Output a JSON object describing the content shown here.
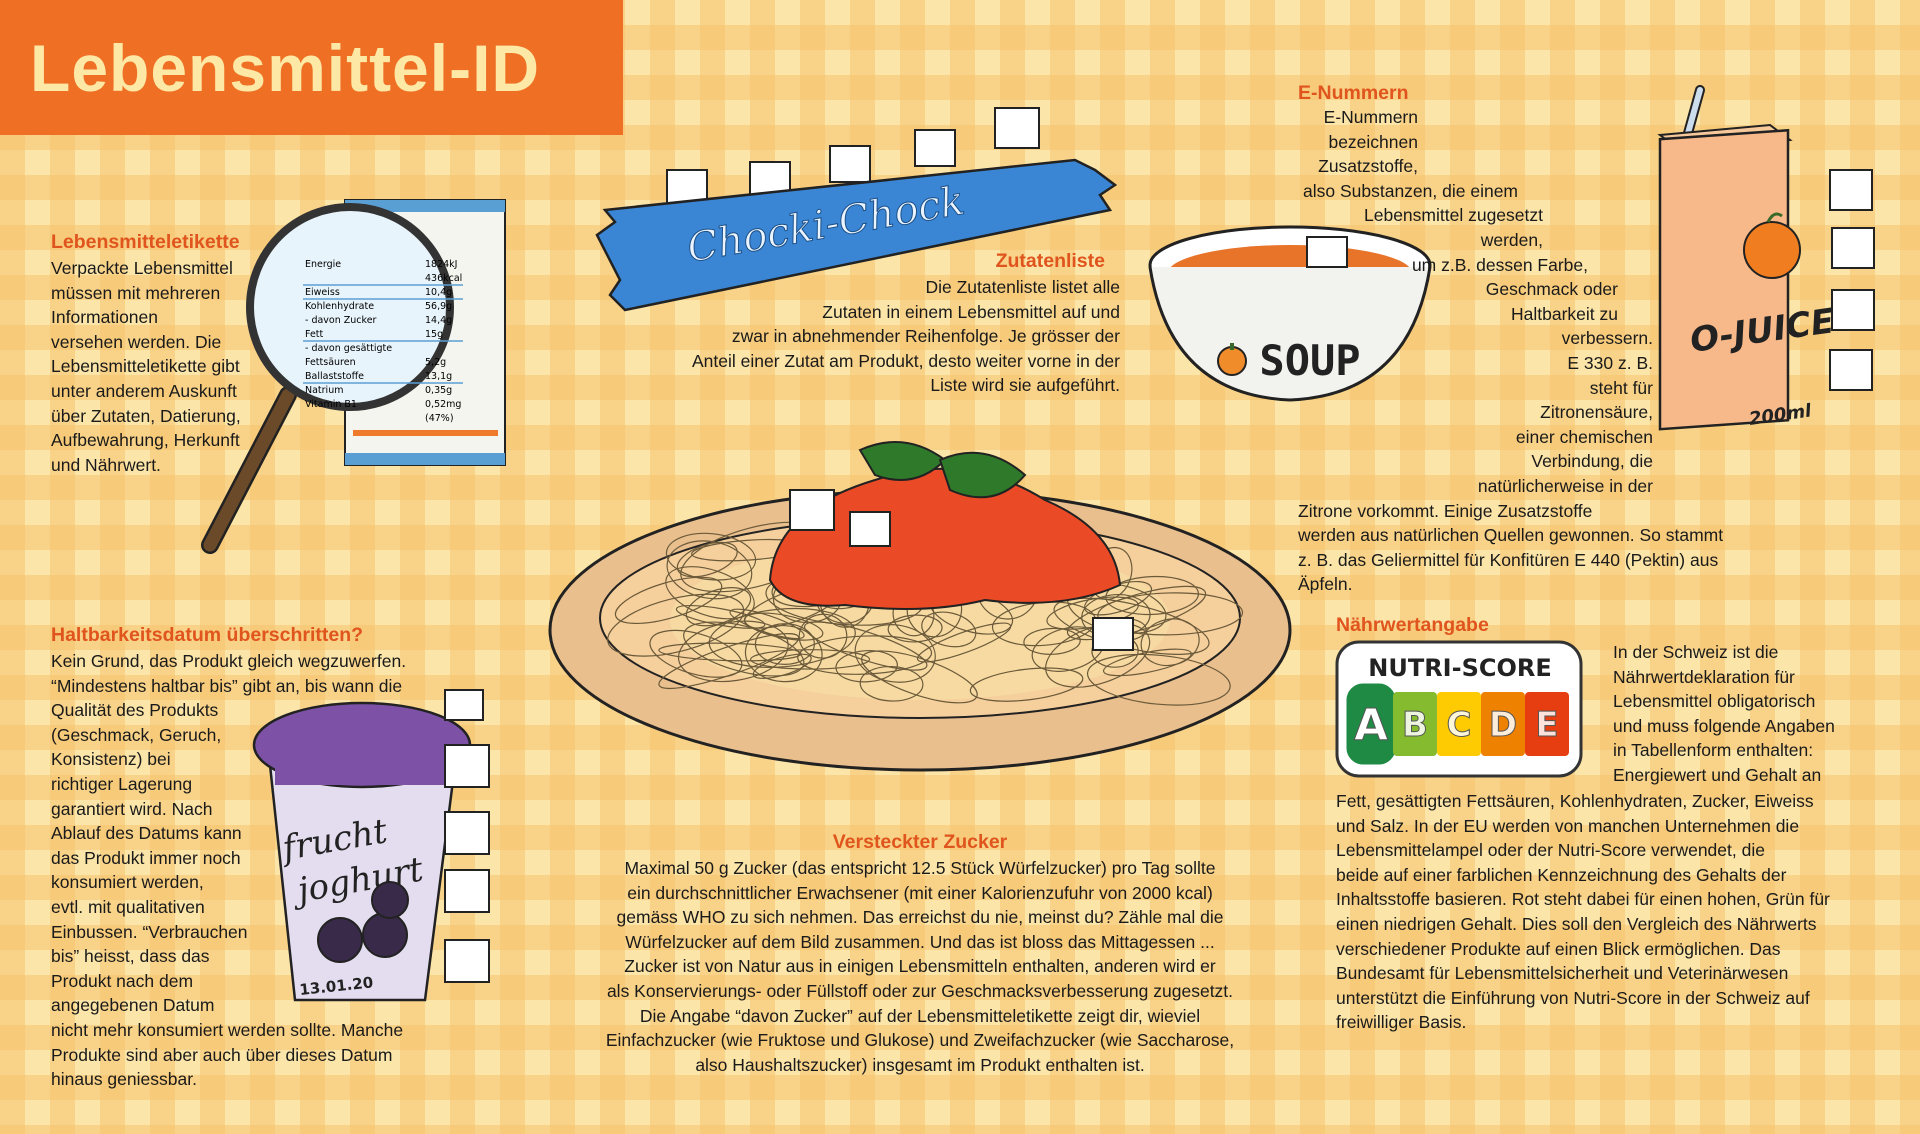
{
  "title": "Lebensmittel-ID",
  "sections": {
    "etikette": {
      "heading": "Lebensmitteletikette",
      "text": "Verpackte Lebensmittel\nmüssen mit mehreren\nInformationen\nversehen  werden. Die\nLebensmitteletikette gibt\nunter anderem Auskunft\nüber Zutaten, Datierung,\nAufbewahrung, Herkunft\nund Nährwert."
    },
    "zutaten": {
      "heading": "Zutatenliste",
      "text": "Die Zutatenliste listet alle\nZutaten in einem Lebensmittel auf und\nzwar in abnehmender Reihenfolge. Je grösser der\nAnteil einer Zutat am Produkt, desto weiter vorne in der\nListe wird sie aufgeführt."
    },
    "enummern": {
      "heading": "E-Nummern",
      "text": "E-Nummern bezeichnen Zusatzstoffe,\nalso Substanzen, die einem\nLebensmittel zugesetzt werden,\num z.B. dessen Farbe,\nGeschmack oder\nHaltbarkeit zu\nverbessern.\nE 330 z. B.\nsteht für\nZitronensäure,\neiner chemischen\nVerbindung, die\nnatürlicherweise in der\nZitrone vorkommt. Einige Zusatzstoffe\nwerden aus natürlichen Quellen gewonnen. So stammt\nz. B. das Geliermittel für Konfitüren E 440 (Pektin) aus\nÄpfeln."
    },
    "haltbarkeit": {
      "heading": "Haltbarkeitsdatum überschritten?",
      "text": "Kein Grund, das Produkt gleich wegzuwerfen.\n“Mindestens haltbar bis” gibt an, bis wann die\nQualität des Produkts\n(Geschmack, Geruch,\nKonsistenz) bei\nrichtiger Lagerung\ngarantiert wird. Nach\nAblauf des Datums kann\ndas Produkt immer noch\nkonsumiert werden,\nevtl. mit qualitativen\nEinbussen. “Verbrauchen\nbis” heisst, dass das\nProdukt nach dem\nangegebenen Datum\nnicht mehr konsumiert werden sollte. Manche\nProdukte sind aber auch über dieses Datum\nhinaus geniessbar."
    },
    "zucker": {
      "heading": "Versteckter Zucker",
      "text": "Maximal 50 g Zucker (das entspricht 12.5 Stück Würfelzucker) pro Tag sollte\nein durchschnittlicher Erwachsener (mit einer Kalorienzufuhr von 2000 kcal)\ngemäss WHO zu sich nehmen. Das erreichst du nie, meinst du? Zähle mal die\nWürfelzucker auf dem Bild zusammen. Und das ist bloss das Mittagessen ...\nZucker ist von Natur aus in einigen Lebensmitteln enthalten, anderen wird er\nals Konservierungs- oder Füllstoff oder zur Geschmacksverbesserung zugesetzt.\nDie Angabe “davon Zucker” auf der Lebensmitteletikette zeigt dir, wieviel\nEinfachzucker (wie Fruktose und Glukose) und Zweifachzucker (wie Saccharose,\nalso Haushaltszucker) insgesamt im Produkt enthalten ist."
    },
    "naehrwert": {
      "heading": "Nährwertangabe",
      "text_top": "In der Schweiz ist die\nNährwertdeklaration für\nLebensmittel obligatorisch\nund muss folgende Angaben\nin Tabellenform enthalten:\nEnergiewert und Gehalt an",
      "text_bottom": "Fett, gesättigten Fettsäuren, Kohlenhydraten, Zucker, Eiweiss\nund Salz. In der EU werden von manchen Unternehmen die\nLebensmittelampel oder der Nutri-Score verwendet, die\nbeide auf einer farblichen Kennzeichnung des Gehalts der\nInhaltsstoffe basieren. Rot steht dabei für einen hohen, Grün für\neinen niedrigen Gehalt. Dies soll den Vergleich des Nährwerts\nverschiedener Produkte auf einen Blick ermöglichen. Das\nBundesamt für Lebensmittelsicherheit und Veterinärwesen\nunterstützt die Einführung von Nutri-Score in der Schweiz auf\nfreiwilliger Basis."
    }
  },
  "illustrations": {
    "label": {
      "rows": [
        [
          "Energie",
          "1824kJ"
        ],
        [
          "",
          "436kcal"
        ],
        [
          "Eiweiss",
          "10,4g"
        ],
        [
          "Kohlenhydrate",
          "56,9g"
        ],
        [
          "- davon Zucker",
          "14,4g"
        ],
        [
          "Fett",
          "15g"
        ],
        [
          "- davon gesättigte",
          ""
        ],
        [
          "Fettsäuren",
          "5,2g"
        ],
        [
          "Ballaststoffe",
          "13,1g"
        ],
        [
          "Natrium",
          "0,35g"
        ],
        [
          "Vitamin B1",
          "0,52mg"
        ],
        [
          "",
          "(47%)"
        ]
      ]
    },
    "candy_bar": "Chocki-Chock",
    "soup_label": "SOUP",
    "juice": {
      "name": "O-JUICE",
      "volume": "200ml"
    },
    "yoghurt": {
      "line1": "frucht",
      "line2": "joghurt",
      "date": "13.01.20"
    },
    "nutri_score": {
      "title": "NUTRI-SCORE",
      "grades": [
        {
          "letter": "A",
          "color": "#1e8a43",
          "active": true
        },
        {
          "letter": "B",
          "color": "#85bb2f",
          "active": false
        },
        {
          "letter": "C",
          "color": "#fecb02",
          "active": false
        },
        {
          "letter": "D",
          "color": "#ee8100",
          "active": false
        },
        {
          "letter": "E",
          "color": "#e63e11",
          "active": false
        }
      ]
    }
  },
  "colors": {
    "accent": "#ef6f25",
    "title_text": "#fde9a5",
    "heading": "#e0541d",
    "background": "#fbe5a8"
  }
}
